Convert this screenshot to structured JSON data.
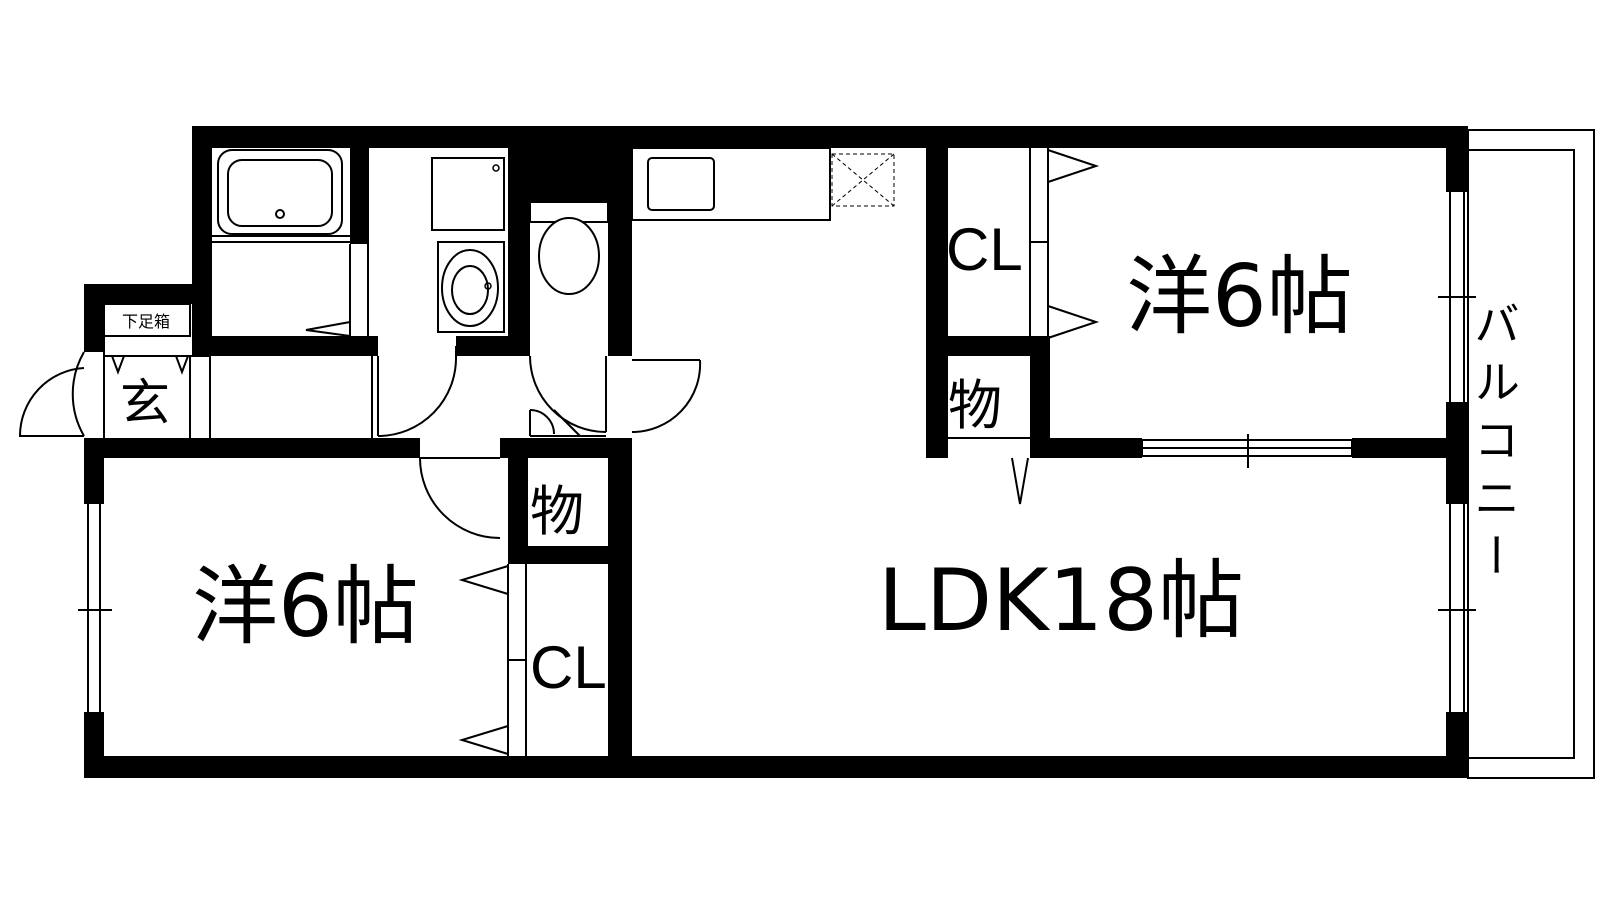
{
  "rooms": {
    "western_room_right": "洋6帖",
    "western_room_left": "洋6帖",
    "ldk": "LDK18帖",
    "closet_right": "CL",
    "closet_left": "CL",
    "storage_right": "物",
    "storage_left": "物",
    "entrance": "玄",
    "shoe_cabinet": "下足箱",
    "balcony": "バルコニー"
  },
  "colors": {
    "wall": "#000000",
    "background": "#ffffff"
  }
}
